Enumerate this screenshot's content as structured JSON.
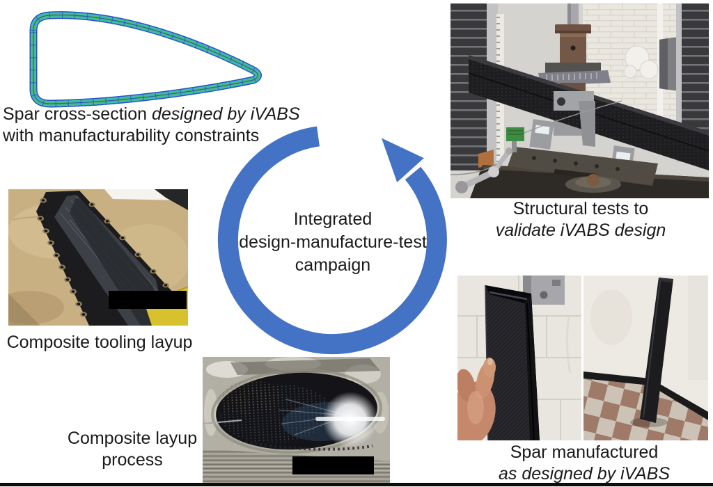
{
  "figure": {
    "center": {
      "line1": "Integrated",
      "line2": "design-manufacture-test",
      "line3": "campaign"
    },
    "captions": {
      "spar_design": {
        "line1_regular": "Spar cross-section ",
        "line1_italic": "designed by iVABS",
        "line2": "with manufacturability constraints"
      },
      "structural_tests": {
        "line1": "Structural tests to",
        "line2_italic": "validate iVABS design"
      },
      "composite_tooling": {
        "line1": "Composite tooling layup"
      },
      "composite_layup": {
        "line1": "Composite layup",
        "line2": "process"
      },
      "spar_manufactured": {
        "line1": "Spar manufactured",
        "line2_italic": "as designed by iVABS"
      }
    },
    "colors": {
      "cycle_arrow": "#4472C4",
      "xsec_teal": "#3CBDB0",
      "xsec_green": "#4FB75C",
      "xsec_mesh_blue": "#2B50C8",
      "text": "#1A1A1A"
    }
  }
}
